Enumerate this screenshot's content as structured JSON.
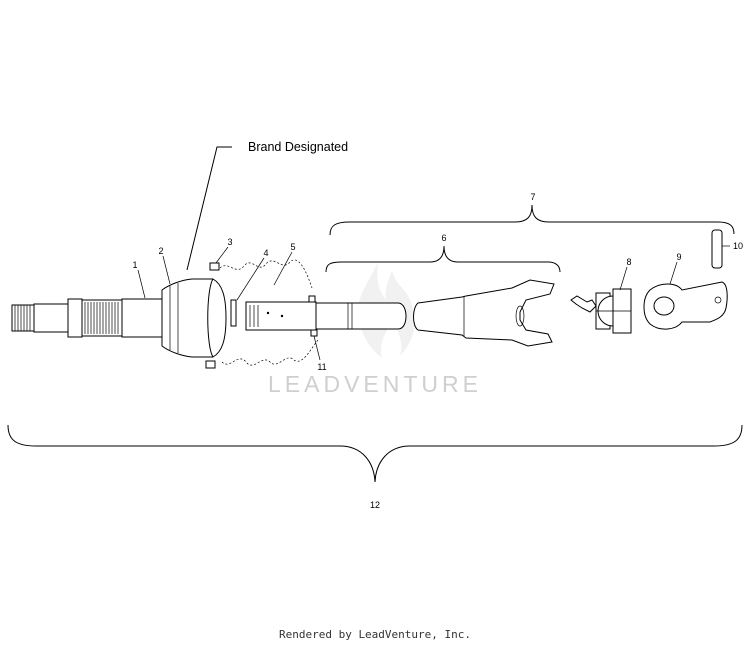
{
  "diagram": {
    "brand_label": "Brand Designated",
    "watermark": "LEADVENTURE",
    "callouts": {
      "c1": "1",
      "c2": "2",
      "c3": "3",
      "c4": "4",
      "c5": "5",
      "c6": "6",
      "c7": "7",
      "c8": "8",
      "c9": "9",
      "c10": "10",
      "c11": "11",
      "c12": "12"
    }
  },
  "footer": {
    "text": "Rendered by LeadVenture, Inc."
  }
}
